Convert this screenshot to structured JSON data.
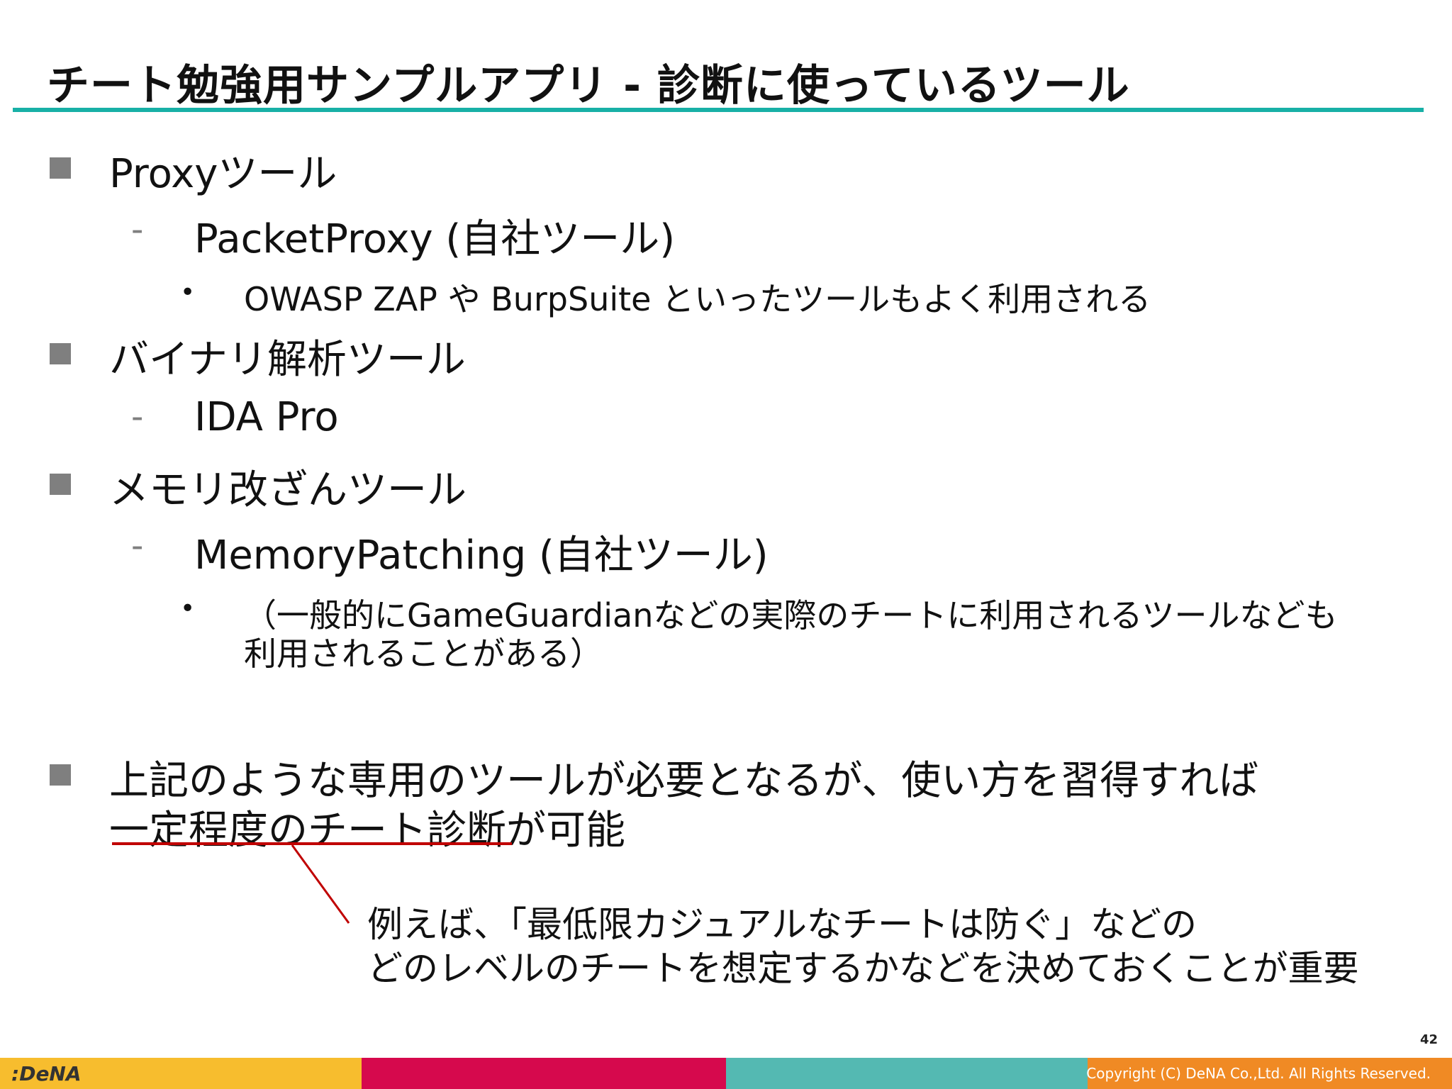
{
  "slide": {
    "title": "チート勉強用サンプルアプリ - 診断に使っているツール",
    "page_number": "42"
  },
  "bullets": {
    "proxy": {
      "label": "Proxyツール",
      "sub": "PacketProxy (自社ツール)",
      "note": "OWASP ZAP や BurpSuite といったツールもよく利用される"
    },
    "binary": {
      "label": "バイナリ解析ツール",
      "sub": "IDA Pro"
    },
    "memory": {
      "label": "メモリ改ざんツール",
      "sub": "MemoryPatching (自社ツール)",
      "note_line1": "（一般的にGameGuardianなどの実際のチートに利用されるツールなども",
      "note_line2": "利用されることがある）"
    },
    "summary": {
      "line1": "上記のような専用のツールが必要となるが、使い方を習得すれば",
      "line2": "一定程度のチート診断が可能"
    }
  },
  "callout": {
    "line1": "例えば、「最低限カジュアルなチートは防ぐ」などの",
    "line2": "どのレベルのチートを想定するかなどを決めておくことが重要"
  },
  "footer": {
    "logo": ":DeNA",
    "copyright": "Copyright (C) DeNA Co.,Ltd. All Rights Reserved."
  },
  "colors": {
    "title_rule": "#18b0a6",
    "bullet_square": "#7f7f7f",
    "underline": "#c00000",
    "footer_yellow": "#f7bd2e",
    "footer_red": "#d6094d",
    "footer_teal": "#54b9b2",
    "footer_orange": "#f08a24"
  }
}
